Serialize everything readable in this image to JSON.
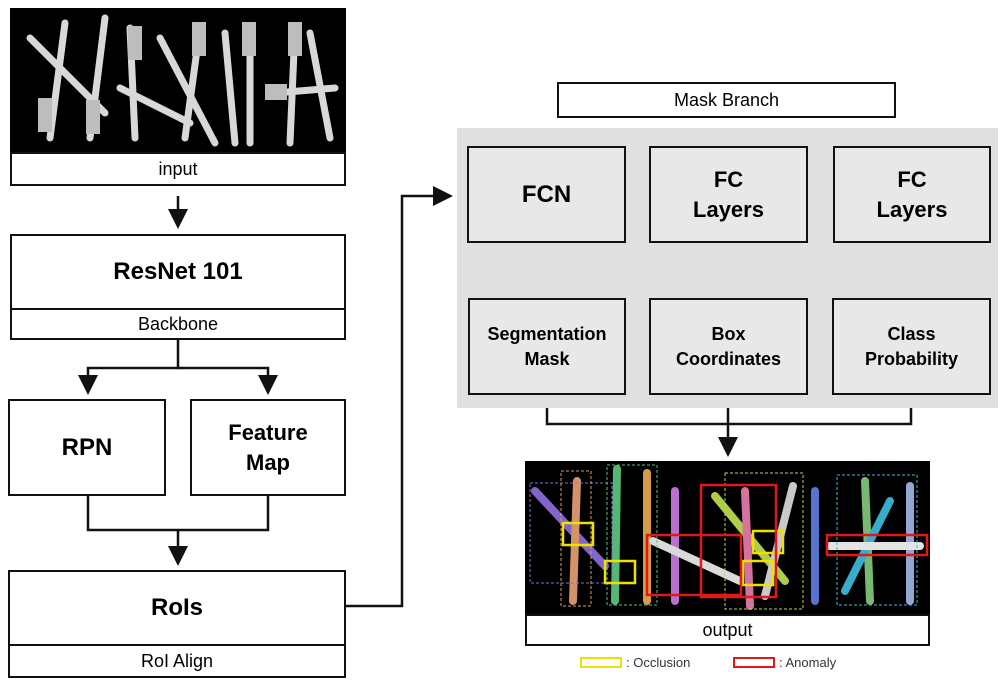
{
  "input": {
    "caption": "input"
  },
  "backbone": {
    "title": "ResNet 101",
    "caption": "Backbone"
  },
  "rpn": {
    "title": "RPN"
  },
  "feature_map": {
    "title_line1": "Feature",
    "title_line2": "Map"
  },
  "rois": {
    "title": "RoIs",
    "caption": "RoI Align"
  },
  "mask_branch": {
    "header": "Mask Branch",
    "heads": [
      {
        "line1": "FCN",
        "line2": ""
      },
      {
        "line1": "FC",
        "line2": "Layers"
      },
      {
        "line1": "FC",
        "line2": "Layers"
      }
    ],
    "outputs": [
      {
        "line1": "Segmentation",
        "line2": "Mask"
      },
      {
        "line1": "Box",
        "line2": "Coordinates"
      },
      {
        "line1": "Class",
        "line2": "Probability"
      }
    ]
  },
  "output": {
    "caption": "output"
  },
  "legend": {
    "occlusion": {
      "label": ": Occlusion",
      "color": "#f0e000"
    },
    "anomaly": {
      "label": ": Anomaly",
      "color": "#e01818"
    }
  },
  "colors": {
    "panel_gray": "#e0e0e0",
    "box_gray": "#e8e8e8"
  }
}
